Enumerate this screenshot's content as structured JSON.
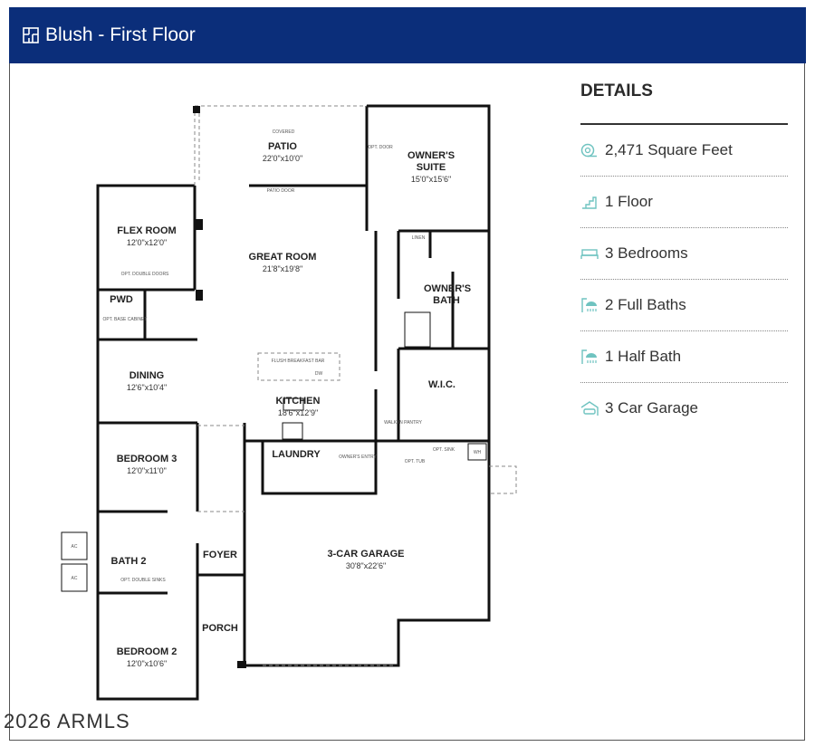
{
  "header": {
    "title": "Blush - First Floor",
    "icon": "floorplan-icon",
    "color": "#0b2e7a"
  },
  "details": {
    "heading": "DETAILS",
    "accent": "#6fc3c0",
    "items": [
      {
        "icon": "tape-measure-icon",
        "label": "2,471 Square Feet"
      },
      {
        "icon": "stairs-icon",
        "label": "1 Floor"
      },
      {
        "icon": "bed-icon",
        "label": "3 Bedrooms"
      },
      {
        "icon": "shower-icon",
        "label": "2 Full Baths"
      },
      {
        "icon": "shower-icon",
        "label": "1 Half Bath"
      },
      {
        "icon": "garage-icon",
        "label": "3 Car Garage"
      }
    ]
  },
  "plan": {
    "rooms": [
      {
        "name": "PATIO",
        "dim": "22'0\"x10'0\""
      },
      {
        "name": "OWNER'S SUITE",
        "dim": "15'0\"x15'6\""
      },
      {
        "name": "FLEX ROOM",
        "dim": "12'0\"x12'0\""
      },
      {
        "name": "GREAT ROOM",
        "dim": "21'8\"x19'8\""
      },
      {
        "name": "PWD",
        "dim": ""
      },
      {
        "name": "OWNER'S BATH",
        "dim": ""
      },
      {
        "name": "DINING",
        "dim": "12'6\"x10'4\""
      },
      {
        "name": "KITCHEN",
        "dim": "18'6\"x12'9\""
      },
      {
        "name": "W.I.C.",
        "dim": ""
      },
      {
        "name": "BEDROOM 3",
        "dim": "12'0\"x11'0\""
      },
      {
        "name": "LAUNDRY",
        "dim": ""
      },
      {
        "name": "3-CAR GARAGE",
        "dim": "30'8\"x22'6\""
      },
      {
        "name": "FOYER",
        "dim": ""
      },
      {
        "name": "BATH 2",
        "dim": ""
      },
      {
        "name": "PORCH",
        "dim": ""
      },
      {
        "name": "BEDROOM 2",
        "dim": "12'0\"x10'6\""
      }
    ],
    "notes": {
      "covered": "COVERED",
      "patio_door": "PATIO DOOR",
      "opt_door": "OPT. DOOR",
      "linen": "LINEN",
      "double_doors": "OPT. DOUBLE DOORS",
      "base_cabinet": "OPT. BASE CABINET",
      "breakfast_bar": "FLUSH BREAKFAST BAR",
      "dw": "DW",
      "pantry": "WALK-IN PANTRY",
      "owners_entry": "OWNER'S ENTRY",
      "opt_sink": "OPT. SINK",
      "wh": "WH",
      "ac": "AC",
      "opt_tub": "OPT. TUB",
      "double_sinks": "OPT. DOUBLE SINKS"
    }
  },
  "watermark": "2026 ARMLS"
}
